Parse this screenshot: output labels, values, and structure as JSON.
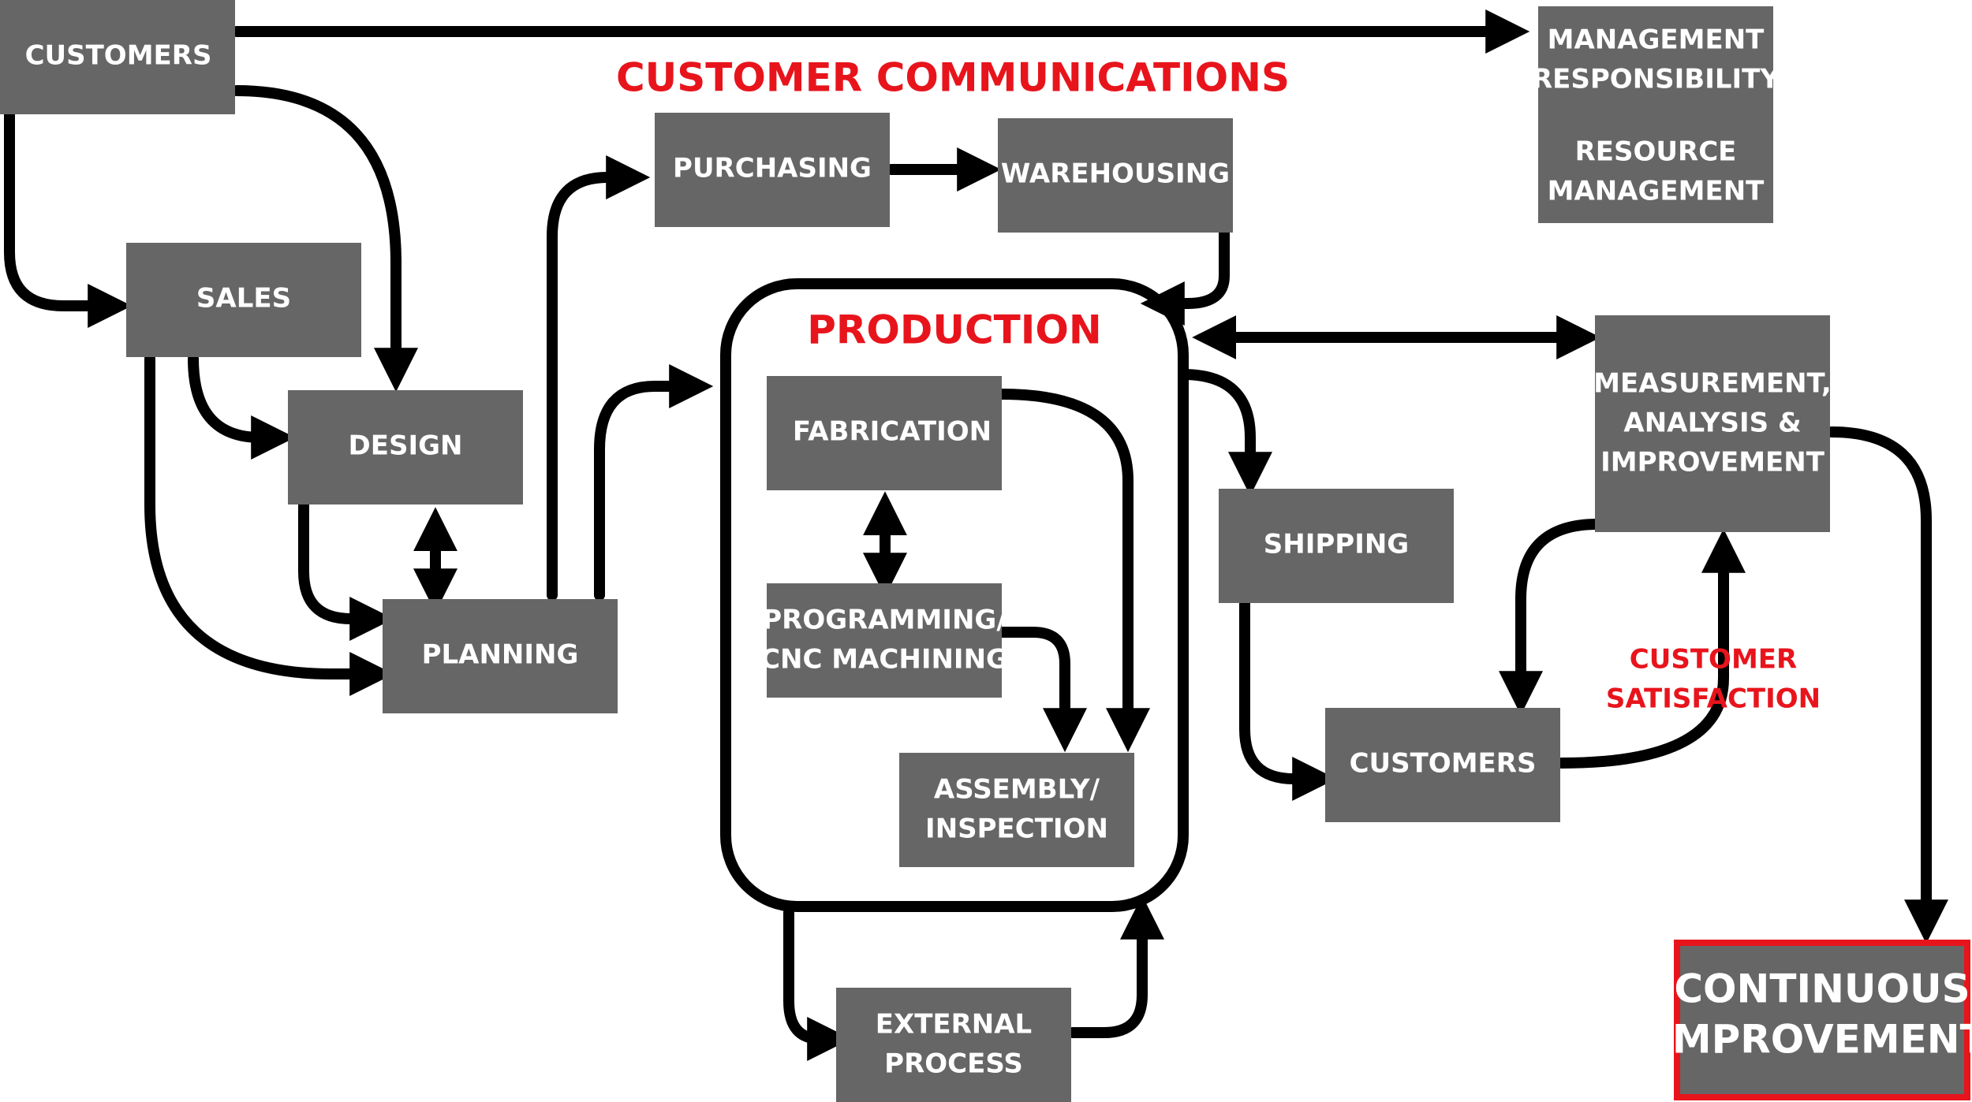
{
  "titles": {
    "customer_communications": "CUSTOMER COMMUNICATIONS",
    "production": "PRODUCTION",
    "customer_satisfaction_1": "CUSTOMER",
    "customer_satisfaction_2": "SATISFACTION"
  },
  "boxes": {
    "customers_top": "CUSTOMERS",
    "management_1": "MANAGEMENT",
    "management_2": "RESPONSIBILITY",
    "management_3": "RESOURCE",
    "management_4": "MANAGEMENT",
    "sales": "SALES",
    "design": "DESIGN",
    "planning": "PLANNING",
    "purchasing": "PURCHASING",
    "warehousing": "WAREHOUSING",
    "fabrication": "FABRICATION",
    "programming_1": "PROGRAMMING/",
    "programming_2": "CNC MACHINING",
    "assembly_1": "ASSEMBLY/",
    "assembly_2": "INSPECTION",
    "external_1": "EXTERNAL",
    "external_2": "PROCESS",
    "shipping": "SHIPPING",
    "customers_bottom": "CUSTOMERS",
    "measurement_1": "MEASUREMENT,",
    "measurement_2": "ANALYSIS &",
    "measurement_3": "IMPROVEMENT",
    "continuous_1": "CONTINUOUS",
    "continuous_2": "IMPROVEMENT"
  },
  "colors": {
    "box": "#666666",
    "text": "#ffffff",
    "accent_red": "#e8141c",
    "arrow": "#000000"
  }
}
